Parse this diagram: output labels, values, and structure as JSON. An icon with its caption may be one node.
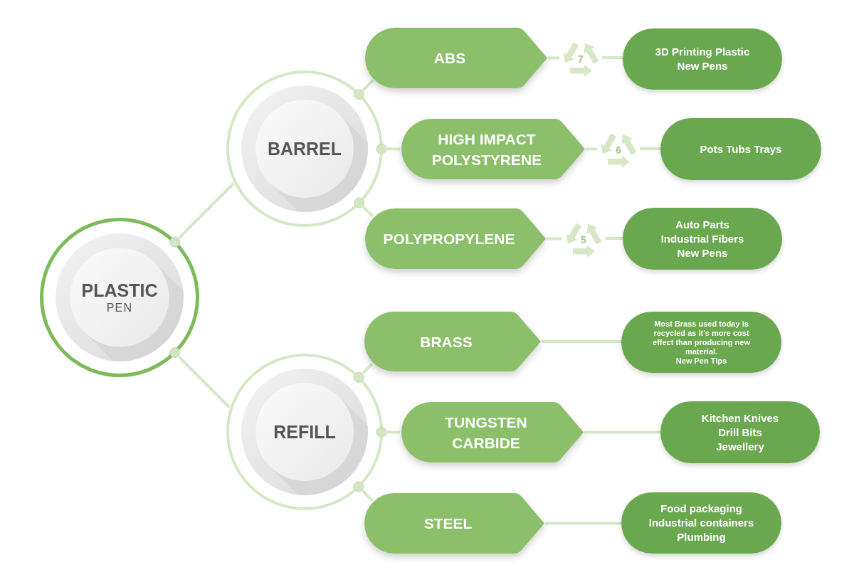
{
  "diagram": {
    "nodes": [
      {
        "text": [
          "PLASTIC",
          "PEN"
        ]
      },
      {
        "text": [
          "BARREL"
        ]
      },
      {
        "text": [
          "REFILL"
        ]
      },
      {
        "text": [
          "ABS"
        ]
      },
      {
        "text": [
          "7"
        ]
      },
      {
        "text": [
          "3D Printing Plastic",
          "New Pens"
        ]
      },
      {
        "text": [
          "HIGH IMPACT POLYSTYRENE"
        ]
      },
      {
        "text": [
          "6"
        ]
      },
      {
        "text": [
          "Pots Tubs Trays"
        ]
      },
      {
        "text": [
          "POLYPROPYLENE"
        ]
      },
      {
        "text": [
          "5"
        ]
      },
      {
        "text": [
          "Auto Parts",
          "Industrial Fibers",
          "New Pens"
        ]
      },
      {
        "text": [
          "BRASS"
        ]
      },
      {
        "text": [
          "Most Brass used today is recycled as it’s more cost effect than producing new material.",
          "New Pen Tips"
        ]
      },
      {
        "text": [
          "TUNGSTEN CARBIDE"
        ]
      },
      {
        "text": [
          "Kitchen Knives",
          "Drill Bits",
          "Jewellery"
        ]
      },
      {
        "text": [
          "STEEL"
        ]
      },
      {
        "text": [
          "Food packaging",
          "Industrial containers",
          "Plumbing"
        ]
      }
    ],
    "edges": [
      {
        "from": 0,
        "to": 1,
        "arrow": "none"
      },
      {
        "from": 0,
        "to": 2,
        "arrow": "none"
      },
      {
        "from": 1,
        "to": 3,
        "arrow": "none"
      },
      {
        "from": 1,
        "to": 6,
        "arrow": "none"
      },
      {
        "from": 1,
        "to": 9,
        "arrow": "none"
      },
      {
        "from": 2,
        "to": 12,
        "arrow": "none"
      },
      {
        "from": 2,
        "to": 14,
        "arrow": "none"
      },
      {
        "from": 2,
        "to": 16,
        "arrow": "none"
      },
      {
        "from": 3,
        "to": 4,
        "arrow": "none"
      },
      {
        "from": 4,
        "to": 5,
        "arrow": "none"
      },
      {
        "from": 6,
        "to": 7,
        "arrow": "none"
      },
      {
        "from": 7,
        "to": 8,
        "arrow": "none"
      },
      {
        "from": 9,
        "to": 10,
        "arrow": "none"
      },
      {
        "from": 10,
        "to": 11,
        "arrow": "none"
      },
      {
        "from": 12,
        "to": 13,
        "arrow": "none"
      },
      {
        "from": 14,
        "to": 15,
        "arrow": "none"
      },
      {
        "from": 16,
        "to": 17,
        "arrow": "none"
      }
    ]
  }
}
